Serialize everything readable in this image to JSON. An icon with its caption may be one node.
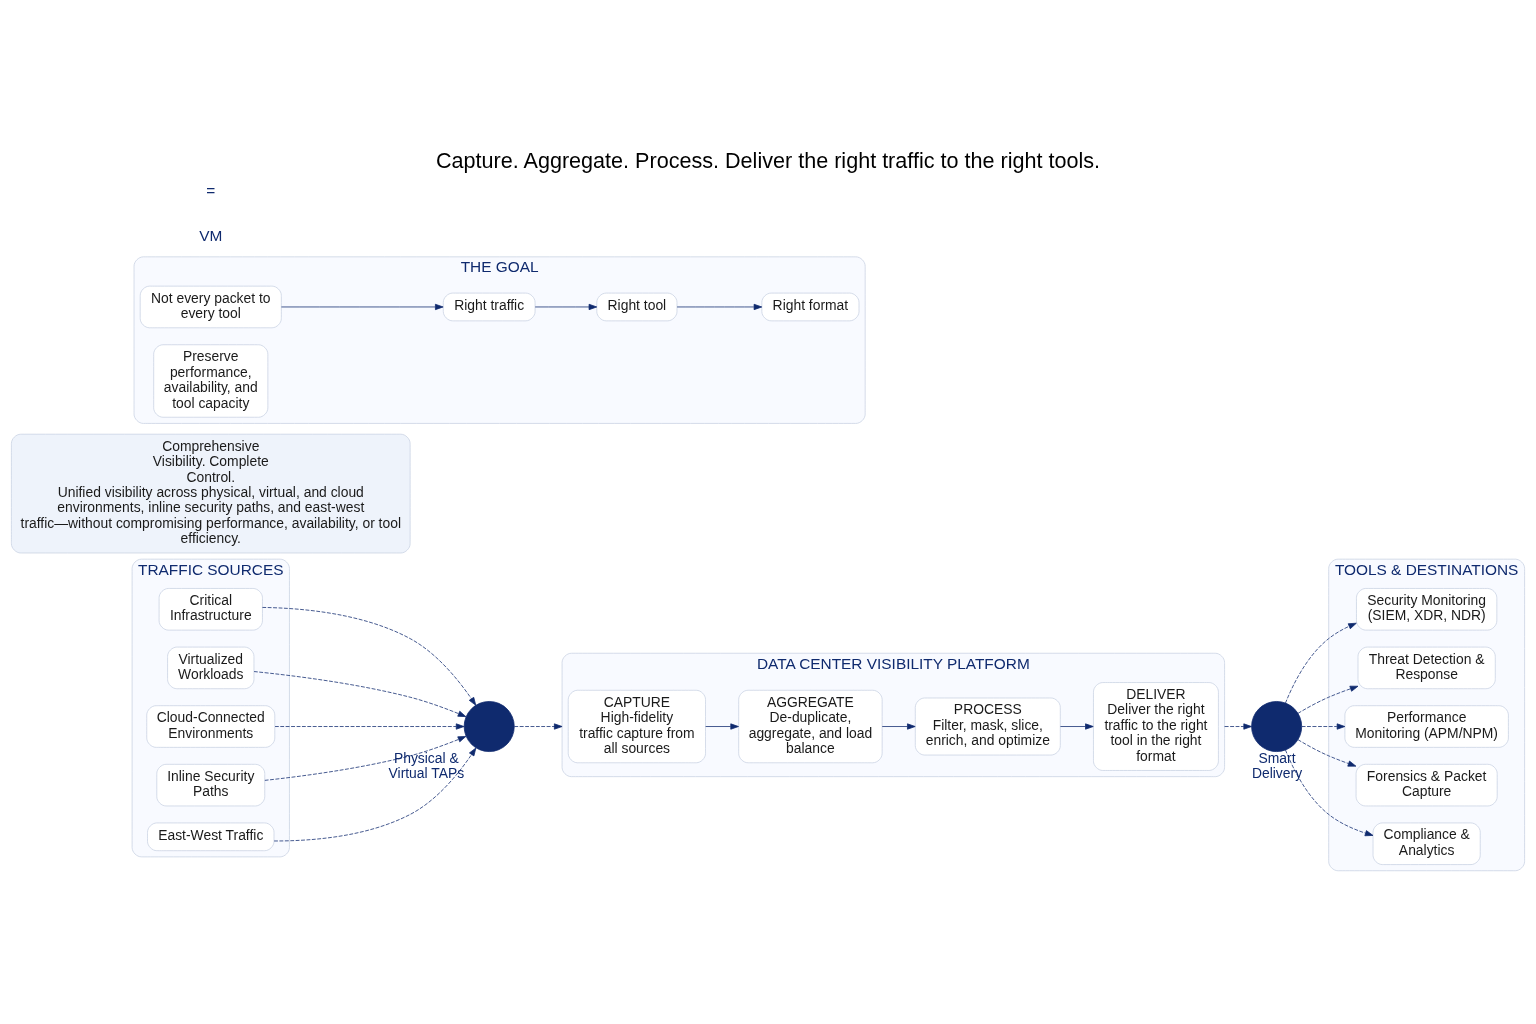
{
  "diagram": {
    "title": "Capture. Aggregate. Process. Deliver the right traffic to the right tools.",
    "nodes": [
      {
        "text": [
          "TRAFFIC SOURCES"
        ]
      },
      {
        "text": [
          "Critical Infrastructure"
        ],
        "in": 0
      },
      {
        "text": [
          "Virtualized Workloads"
        ],
        "in": 0
      },
      {
        "text": [
          "Cloud-Connected Environments"
        ],
        "in": 0
      },
      {
        "text": [
          "Inline Security Paths"
        ],
        "in": 0
      },
      {
        "text": [
          "East-West Traffic"
        ],
        "in": 0
      },
      {
        "text": [],
        "shape": "circle",
        "beside": [
          "Physical & Virtual TAPs"
        ]
      },
      {
        "text": [
          "DATA CENTER VISIBILITY PLATFORM"
        ]
      },
      {
        "text": [
          "CAPTURE",
          "High-fidelity traffic capture from all sources"
        ],
        "in": 7
      },
      {
        "text": [
          "AGGREGATE",
          "De-duplicate, aggregate, and load balance"
        ],
        "in": 7
      },
      {
        "text": [
          "PROCESS",
          "Filter, mask, slice, enrich, and optimize"
        ],
        "in": 7
      },
      {
        "text": [
          "DELIVER",
          "Deliver the right traffic to the right tool in the right format"
        ],
        "in": 7
      },
      {
        "text": [],
        "shape": "circle",
        "beside": [
          "Smart Delivery"
        ]
      },
      {
        "text": [
          "TOOLS & DESTINATIONS"
        ]
      },
      {
        "text": [
          "Security Monitoring (SIEM, XDR, NDR)"
        ],
        "in": 13
      },
      {
        "text": [
          "Threat Detection & Response"
        ],
        "in": 13
      },
      {
        "text": [
          "Performance Monitoring (APM/NPM)"
        ],
        "in": 13
      },
      {
        "text": [
          "Forensics & Packet Capture"
        ],
        "in": 13
      },
      {
        "text": [
          "Compliance & Analytics"
        ],
        "in": 13
      },
      {
        "text": [
          "Comprehensive Visibility. Complete Control.",
          "Unified visibility across physical, virtual, and cloud environments, inline security paths, and east-west traffic—without compromising performance, availability, or tool efficiency."
        ]
      },
      {
        "text": [
          "THE GOAL"
        ]
      },
      {
        "text": [
          "Not every packet to every tool"
        ],
        "in": 20
      },
      {
        "text": [
          "Right traffic"
        ],
        "in": 20
      },
      {
        "text": [
          "Right tool"
        ],
        "in": 20
      },
      {
        "text": [
          "Right format"
        ],
        "in": 20
      },
      {
        "text": [
          "Preserve performance, availability, and tool capacity"
        ],
        "in": 20
      }
    ],
    "edges": [
      {
        "from": 1,
        "to": 6,
        "arrow": "to",
        "style": "dashed"
      },
      {
        "from": 2,
        "to": 6,
        "arrow": "to",
        "style": "dashed"
      },
      {
        "from": 3,
        "to": 6,
        "arrow": "to",
        "style": "dashed"
      },
      {
        "from": 4,
        "to": 6,
        "arrow": "to",
        "style": "dashed"
      },
      {
        "from": 5,
        "to": 6,
        "arrow": "to",
        "style": "dashed"
      },
      {
        "from": 6,
        "to": 7,
        "arrow": "to",
        "style": "dashed"
      },
      {
        "from": 8,
        "to": 9,
        "arrow": "to"
      },
      {
        "from": 9,
        "to": 10,
        "arrow": "to"
      },
      {
        "from": 10,
        "to": 11,
        "arrow": "to"
      },
      {
        "from": 7,
        "to": 12,
        "arrow": "to",
        "style": "dashed"
      },
      {
        "from": 12,
        "to": 14,
        "arrow": "to",
        "style": "dashed"
      },
      {
        "from": 12,
        "to": 15,
        "arrow": "to",
        "style": "dashed"
      },
      {
        "from": 12,
        "to": 16,
        "arrow": "to",
        "style": "dashed"
      },
      {
        "from": 12,
        "to": 17,
        "arrow": "to",
        "style": "dashed"
      },
      {
        "from": 12,
        "to": 18,
        "arrow": "to",
        "style": "dashed"
      },
      {
        "from": 21,
        "to": 22,
        "arrow": "to"
      },
      {
        "from": 22,
        "to": 23,
        "arrow": "to"
      },
      {
        "from": 23,
        "to": 24,
        "arrow": "to"
      }
    ],
    "labels": [
      "VM",
      "="
    ]
  }
}
